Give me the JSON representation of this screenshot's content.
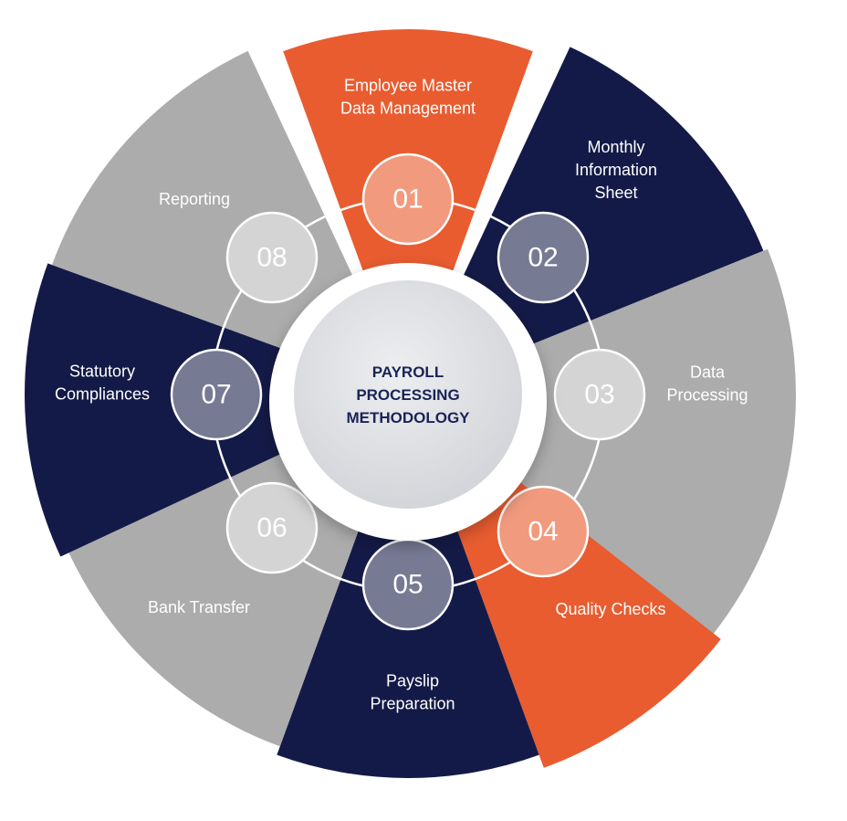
{
  "center": {
    "lines": [
      "PAYROLL",
      "PROCESSING",
      "METHODOLOGY"
    ]
  },
  "colors": {
    "orange": "#e85c30",
    "navy": "#141a47",
    "gray": "#acacac",
    "orange_badge": "#f19a7d",
    "navy_badge": "#767a93",
    "gray_badge": "#d4d4d4",
    "center_fill": "#dddee1",
    "center_text": "#1b2356"
  },
  "steps": [
    {
      "number": "01",
      "label": [
        "Employee Master",
        "Data Management"
      ],
      "color": "orange"
    },
    {
      "number": "02",
      "label": [
        "Monthly",
        "Information",
        "Sheet"
      ],
      "color": "navy"
    },
    {
      "number": "03",
      "label": [
        "Data",
        "Processing"
      ],
      "color": "gray"
    },
    {
      "number": "04",
      "label": [
        "Quality Checks"
      ],
      "color": "orange"
    },
    {
      "number": "05",
      "label": [
        "Payslip",
        "Preparation"
      ],
      "color": "navy"
    },
    {
      "number": "06",
      "label": [
        "Bank Transfer"
      ],
      "color": "gray"
    },
    {
      "number": "07",
      "label": [
        "Statutory",
        "Compliances"
      ],
      "color": "navy"
    },
    {
      "number": "08",
      "label": [
        "Reporting"
      ],
      "color": "gray"
    }
  ]
}
